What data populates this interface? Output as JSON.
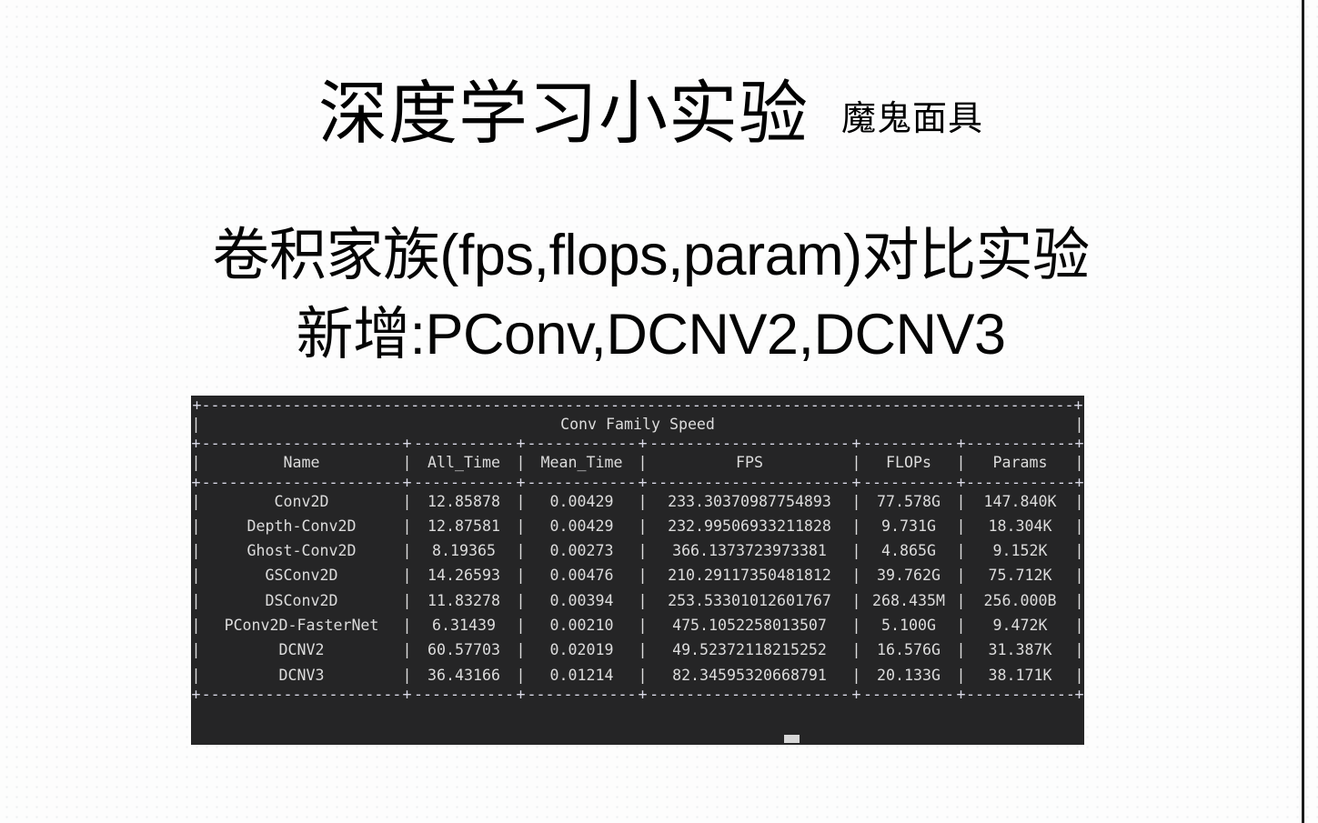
{
  "page": {
    "title": "深度学习小实验",
    "author": "魔鬼面具",
    "subtitle_line_1": "卷积家族(fps,flops,param)对比实验",
    "subtitle_line_2": "新增:PConv,DCNV2,DCNV3",
    "background_color": "#fdfdfd",
    "text_color": "#000000"
  },
  "terminal": {
    "background_color": "#252526",
    "text_color": "#dcdcdc",
    "pipe_color": "#9c8f53",
    "rule_color": "#d9d9e6",
    "cursor": "block-cursor"
  },
  "chart_data": {
    "type": "table",
    "title": "Conv Family Speed",
    "columns": [
      "Name",
      "All_Time",
      "Mean_Time",
      "FPS",
      "FLOPs",
      "Params"
    ],
    "rows": [
      {
        "Name": "Conv2D",
        "All_Time": "12.85878",
        "Mean_Time": "0.00429",
        "FPS": "233.30370987754893",
        "FLOPs": "77.578G",
        "Params": "147.840K"
      },
      {
        "Name": "Depth-Conv2D",
        "All_Time": "12.87581",
        "Mean_Time": "0.00429",
        "FPS": "232.99506933211828",
        "FLOPs": "9.731G",
        "Params": "18.304K"
      },
      {
        "Name": "Ghost-Conv2D",
        "All_Time": "8.19365",
        "Mean_Time": "0.00273",
        "FPS": "366.1373723973381",
        "FLOPs": "4.865G",
        "Params": "9.152K"
      },
      {
        "Name": "GSConv2D",
        "All_Time": "14.26593",
        "Mean_Time": "0.00476",
        "FPS": "210.29117350481812",
        "FLOPs": "39.762G",
        "Params": "75.712K"
      },
      {
        "Name": "DSConv2D",
        "All_Time": "11.83278",
        "Mean_Time": "0.00394",
        "FPS": "253.53301012601767",
        "FLOPs": "268.435M",
        "Params": "256.000B"
      },
      {
        "Name": "PConv2D-FasterNet",
        "All_Time": "6.31439",
        "Mean_Time": "0.00210",
        "FPS": "475.1052258013507",
        "FLOPs": "5.100G",
        "Params": "9.472K"
      },
      {
        "Name": "DCNV2",
        "All_Time": "60.57703",
        "Mean_Time": "0.02019",
        "FPS": "49.52372118215252",
        "FLOPs": "16.576G",
        "Params": "31.387K"
      },
      {
        "Name": "DCNV3",
        "All_Time": "36.43166",
        "Mean_Time": "0.01214",
        "FPS": "82.34595320668791",
        "FLOPs": "20.133G",
        "Params": "38.171K"
      }
    ]
  }
}
